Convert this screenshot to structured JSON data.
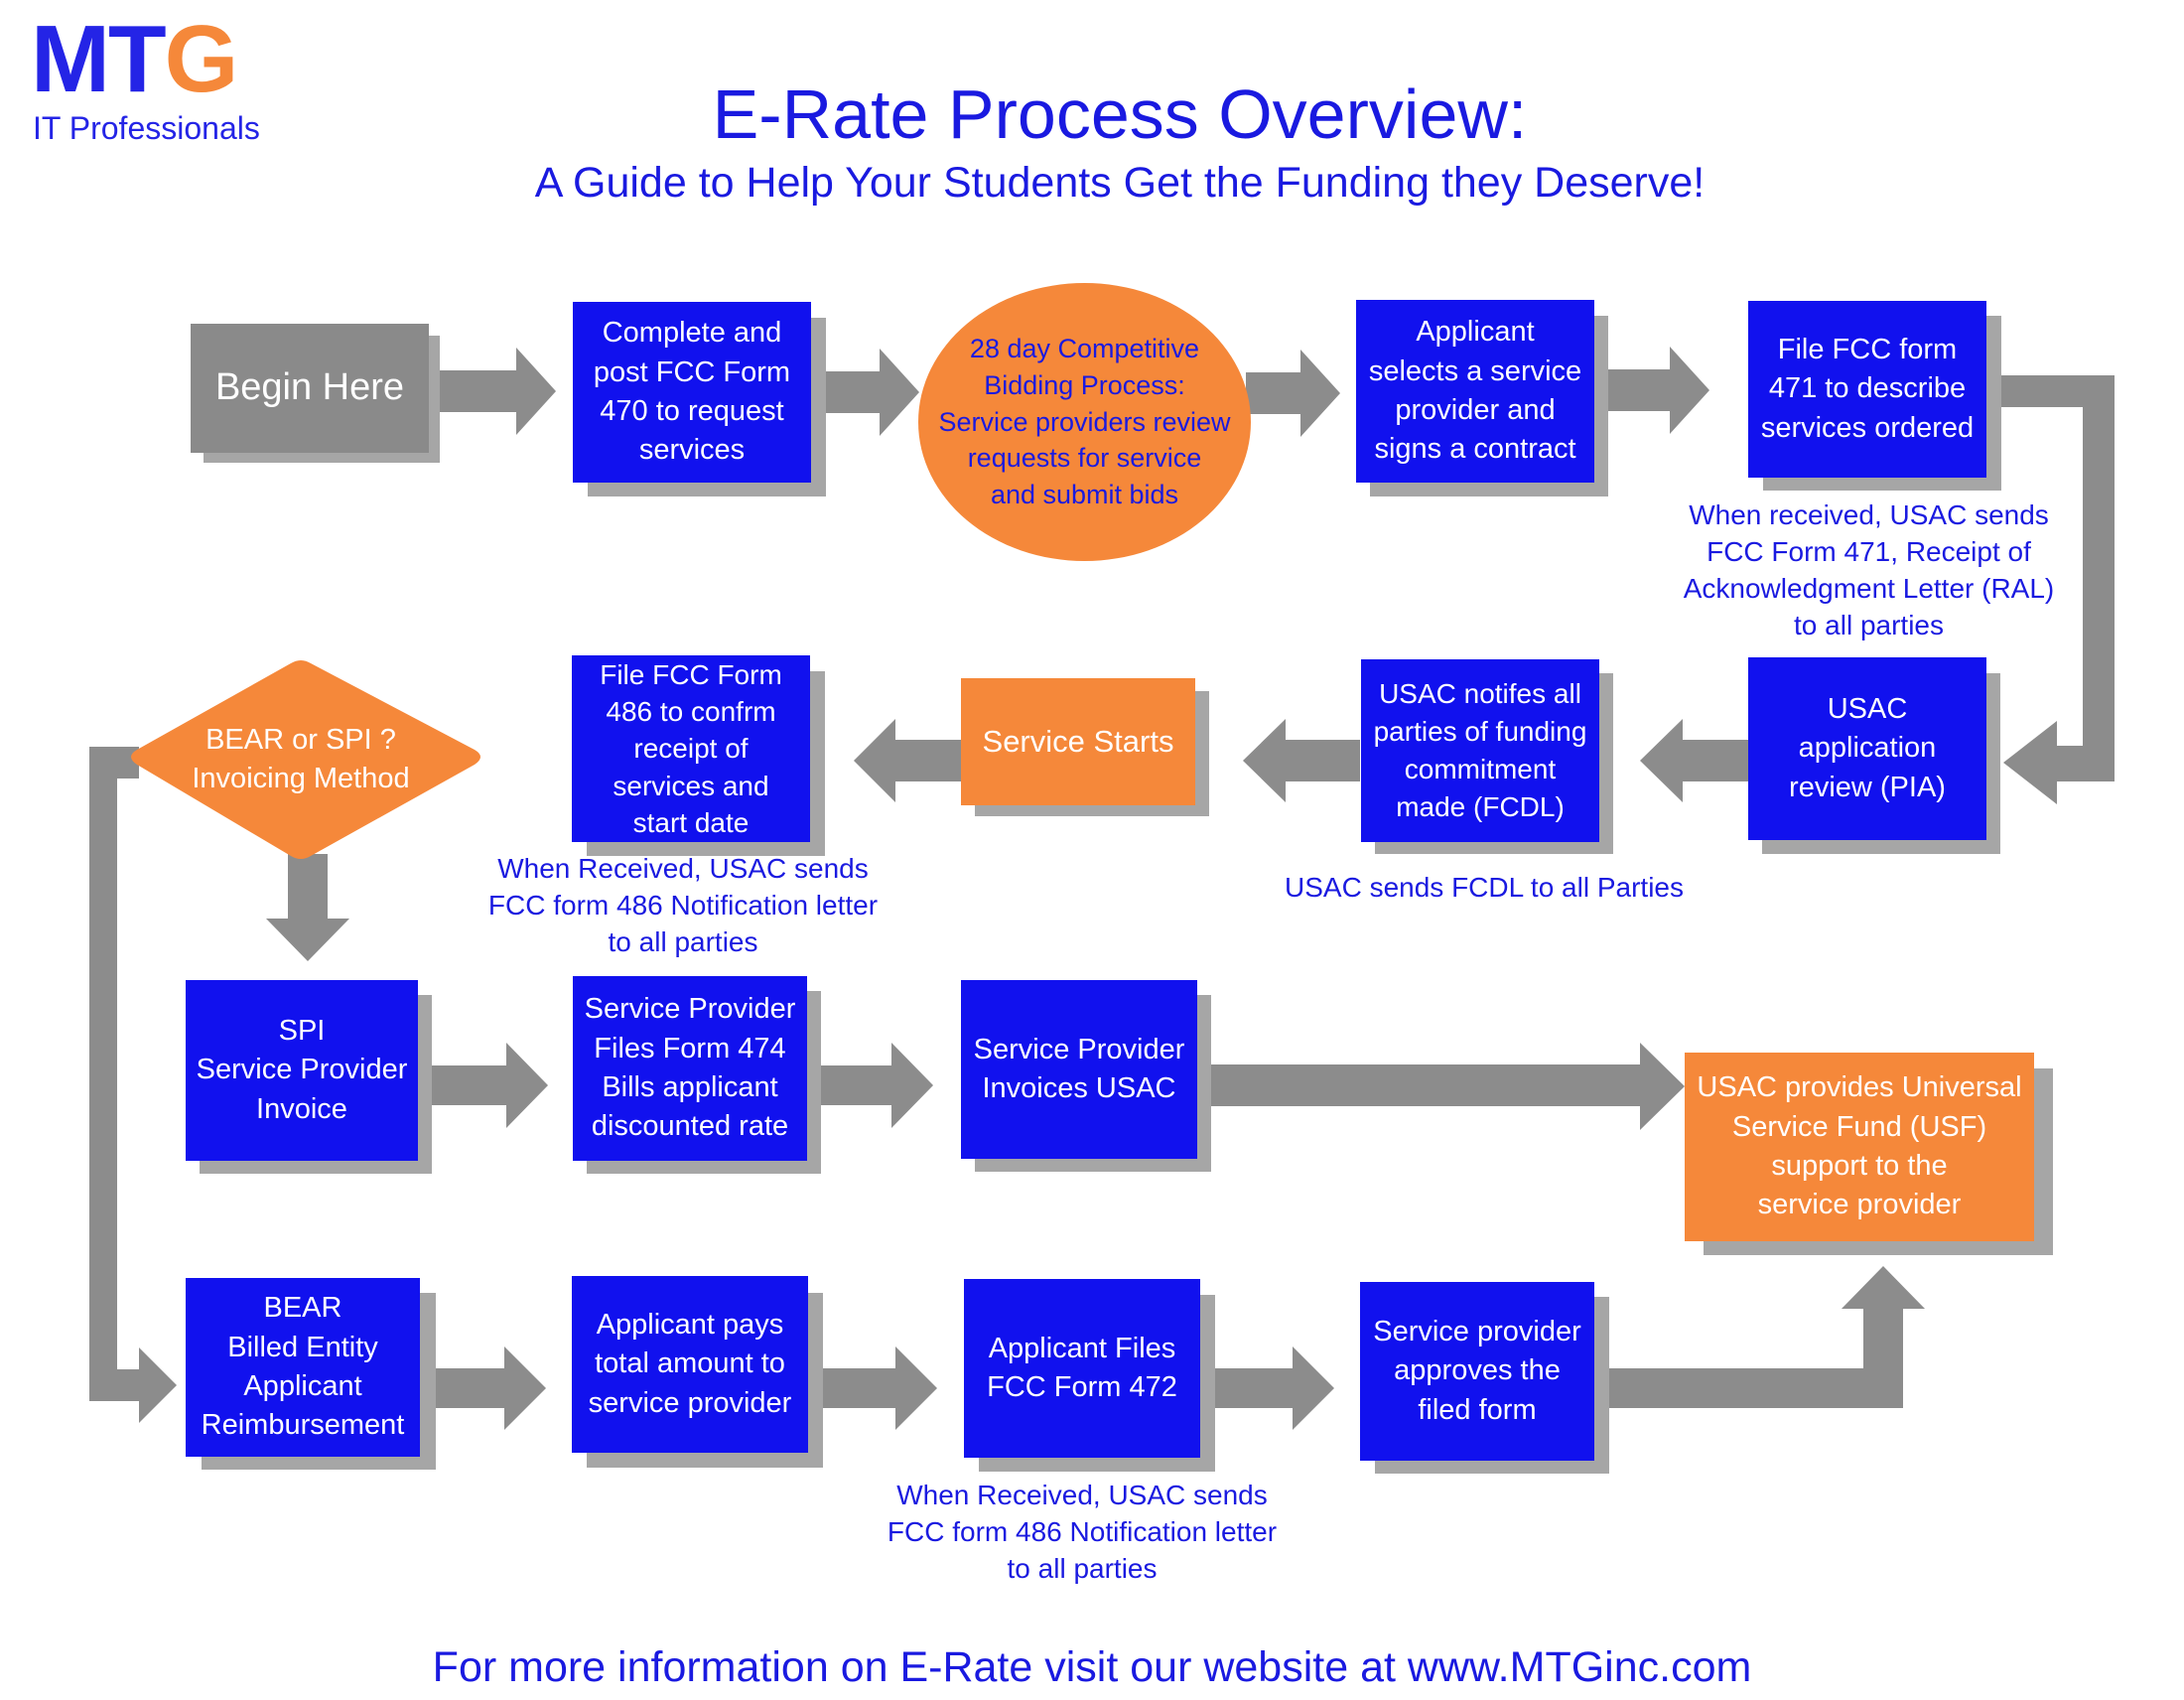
{
  "logo": {
    "letters": "MTG",
    "tagline": "IT Professionals"
  },
  "header": {
    "title": "E-Rate Process Overview:",
    "subtitle": "A Guide to Help Your Students Get the Funding they Deserve!"
  },
  "steps": {
    "begin": "Begin Here",
    "form470": "Complete and\npost FCC Form\n470 to request\nservices",
    "bidding": "28 day Competitive\nBidding Process:\nService providers review\nrequests for service\nand submit bids",
    "select_provider": "Applicant\nselects a service\nprovider and\nsigns a contract",
    "form471": "File FCC form\n471 to describe\nservices ordered",
    "pia": "USAC\napplication\nreview (PIA)",
    "fcdl": "USAC notifes all\nparties of funding\ncommitment\nmade (FCDL)",
    "service_starts": "Service Starts",
    "form486": "File FCC Form\n486 to confrm\nreceipt of\nservices and\nstart date",
    "decision": "BEAR or SPI ?\nInvoicing Method",
    "spi": "SPI\nService Provider\nInvoice",
    "form474": "Service Provider\nFiles Form 474\nBills applicant\ndiscounted rate",
    "provider_invoices": "Service Provider\nInvoices USAC",
    "usf": "USAC provides Universal\nService Fund (USF)\nsupport to the\nservice provider",
    "bear": "BEAR\nBilled Entity\nApplicant\nReimbursement",
    "applicant_pays": "Applicant pays\ntotal amount to\nservice provider",
    "form472": "Applicant Files\nFCC Form 472",
    "provider_approves": "Service provider\napproves the\nfiled form"
  },
  "notes": {
    "ral": "When received, USAC sends\nFCC Form 471, Receipt of\nAcknowledgment Letter (RAL)\nto all parties",
    "fcdl_sent": "USAC sends FCDL to all Parties",
    "notice_486": "When Received, USAC sends\nFCC form 486 Notification letter\nto all parties",
    "notice_486_bear": "When Received, USAC sends\nFCC form 486 Notification letter\nto all parties"
  },
  "footer": "For more information on E-Rate visit our website at www.MTGinc.com",
  "colors": {
    "blue": "#1111ee",
    "orange": "#f5883a",
    "gray": "#8a8a8a",
    "text_blue": "#1a1ae0"
  }
}
